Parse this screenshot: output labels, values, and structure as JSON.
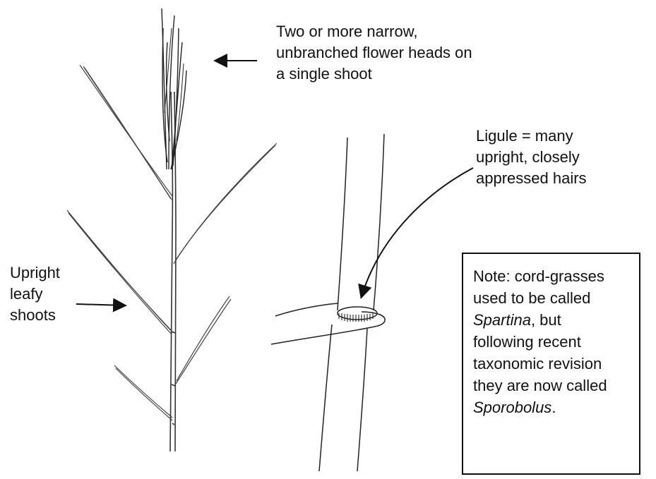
{
  "labels": {
    "flower_heads": [
      "Two or more narrow,",
      "unbranched flower heads on",
      "a single shoot"
    ],
    "ligule": [
      "Ligule = many",
      "upright, closely",
      "appressed hairs"
    ],
    "shoots": [
      "Upright",
      "leafy",
      "shoots"
    ]
  },
  "note": {
    "line1": "Note: cord-grasses",
    "line2": "used to be called",
    "line3_italic": "Spartina",
    "line3_rest": ", but",
    "line4": "following recent",
    "line5": "taxonomic revision",
    "line6": "they are now called",
    "line7_italic": "Sporobolus",
    "line7_rest": "."
  }
}
